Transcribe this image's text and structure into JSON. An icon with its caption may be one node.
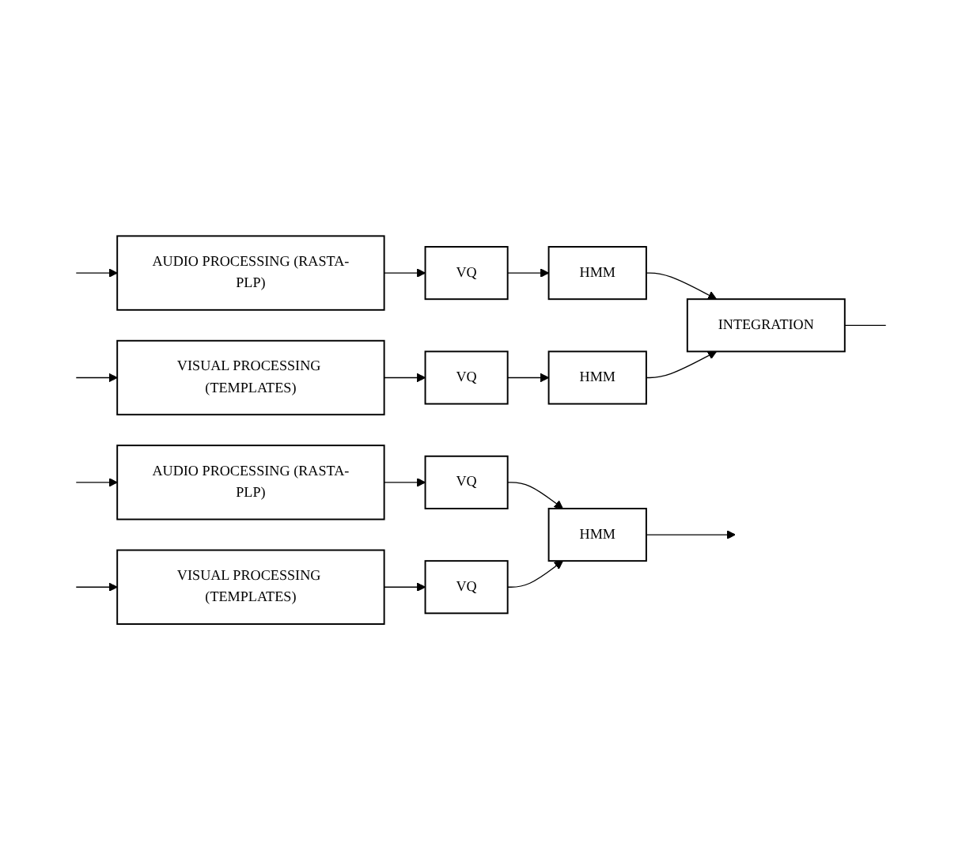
{
  "diagram": {
    "nodes": [
      {
        "text": [
          "AUDIO PROCESSING (RASTA-PLP)"
        ]
      },
      {
        "text": [
          "VQ"
        ]
      },
      {
        "text": [
          "HMM"
        ]
      },
      {
        "text": [
          "VISUAL PROCESSING (TEMPLATES)"
        ]
      },
      {
        "text": [
          "VQ"
        ]
      },
      {
        "text": [
          "HMM"
        ]
      },
      {
        "text": [
          "INTEGRATION"
        ]
      },
      {
        "text": [
          "AUDIO PROCESSING (RASTA-PLP)"
        ]
      },
      {
        "text": [
          "VQ"
        ]
      },
      {
        "text": [
          "VISUAL PROCESSING (TEMPLATES)"
        ]
      },
      {
        "text": [
          "VQ"
        ]
      },
      {
        "text": [
          "HMM"
        ]
      }
    ],
    "edges": [
      {
        "from": null,
        "to": 0,
        "arrow": "to"
      },
      {
        "from": 0,
        "to": 1,
        "arrow": "to"
      },
      {
        "from": 1,
        "to": 2,
        "arrow": "to"
      },
      {
        "from": 2,
        "to": 6,
        "arrow": "to"
      },
      {
        "from": null,
        "to": 3,
        "arrow": "to"
      },
      {
        "from": 3,
        "to": 4,
        "arrow": "to"
      },
      {
        "from": 4,
        "to": 5,
        "arrow": "to"
      },
      {
        "from": 5,
        "to": 6,
        "arrow": "to"
      },
      {
        "from": 6,
        "to": null,
        "arrow": "none"
      },
      {
        "from": null,
        "to": 7,
        "arrow": "to"
      },
      {
        "from": 7,
        "to": 8,
        "arrow": "to"
      },
      {
        "from": null,
        "to": 9,
        "arrow": "to"
      },
      {
        "from": 9,
        "to": 10,
        "arrow": "to"
      },
      {
        "from": 8,
        "to": 11,
        "arrow": "to"
      },
      {
        "from": 10,
        "to": 11,
        "arrow": "to"
      },
      {
        "from": 11,
        "to": null,
        "arrow": "to"
      }
    ]
  }
}
